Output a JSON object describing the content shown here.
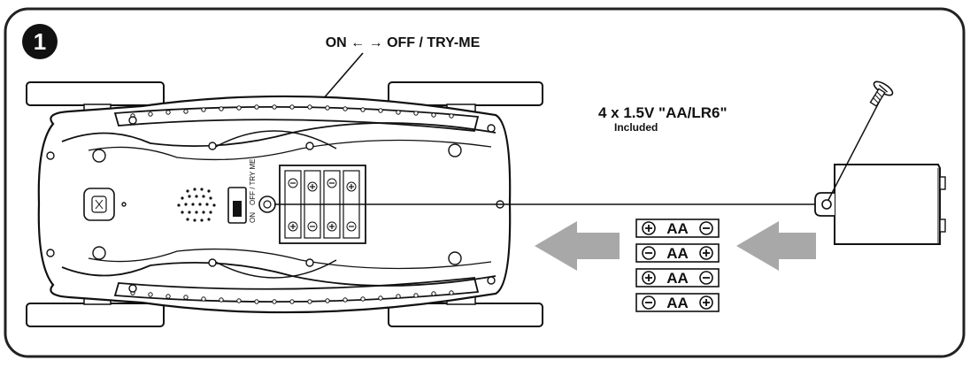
{
  "step": {
    "number": "1"
  },
  "switch_callout": {
    "label": "ON ← → OFF / TRY-ME"
  },
  "device_switch": {
    "on_label": "ON",
    "off_label": "OFF / TRY ME"
  },
  "battery_info": {
    "spec": "4 x 1.5V \"AA/LR6\"",
    "note": "Included",
    "cell_label": "AA",
    "cells": [
      {
        "label": "AA",
        "left": "+",
        "right": "−"
      },
      {
        "label": "AA",
        "left": "−",
        "right": "+"
      },
      {
        "label": "AA",
        "left": "+",
        "right": "−"
      },
      {
        "label": "AA",
        "left": "−",
        "right": "+"
      }
    ]
  },
  "colors": {
    "ink": "#111111",
    "arrow": "#a8a8a8",
    "frame": "#222222",
    "background": "#ffffff"
  }
}
